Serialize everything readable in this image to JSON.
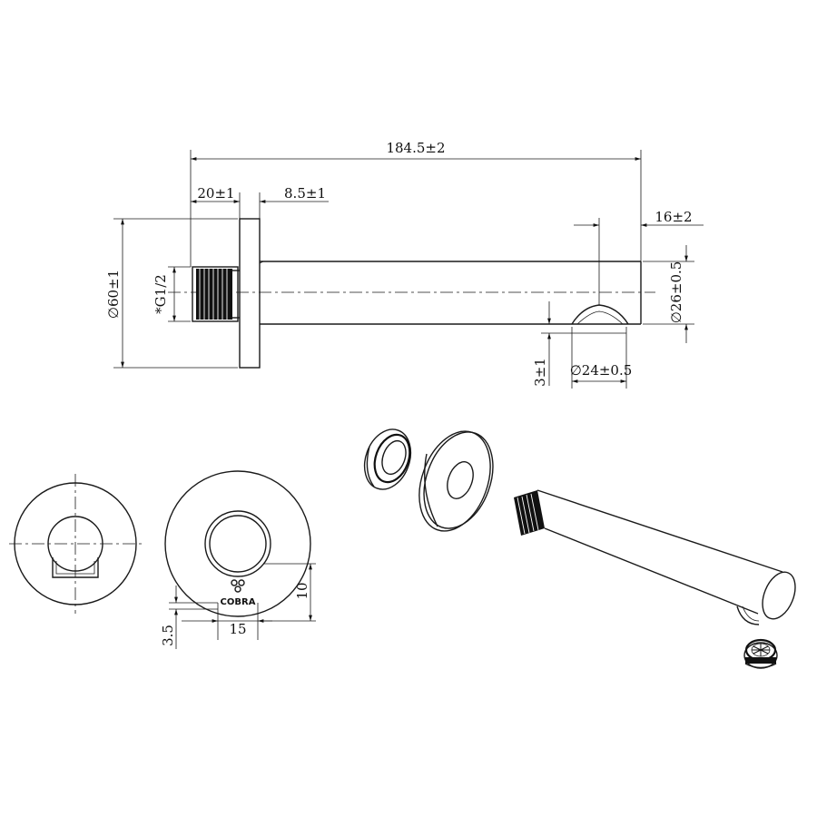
{
  "dimensions": {
    "overall_length": "184.5±2",
    "flange_thread": "20±1",
    "flange_thickness": "8.5±1",
    "outlet_offset": "16±2",
    "flange_diameter": "∅60±1",
    "thread_size": "*G1/2",
    "spout_diameter": "∅26±0.5",
    "outlet_gap": "3±1",
    "outlet_diameter": "∅24±0.5",
    "outlet_height": "10",
    "outlet_width": "15",
    "outlet_edge": "3.5"
  },
  "brand": {
    "name": "COBRA"
  }
}
